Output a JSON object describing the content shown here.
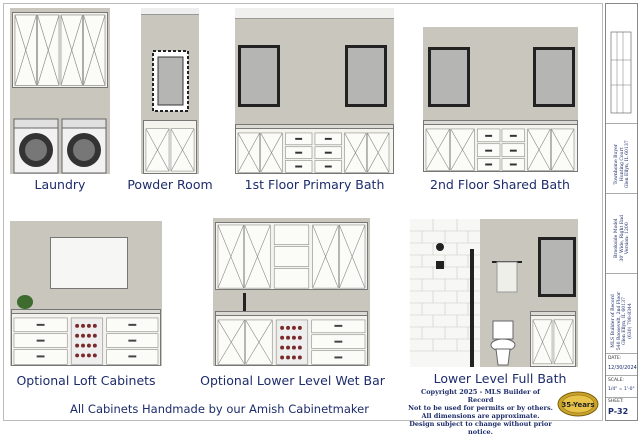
{
  "labels": {
    "laundry": "Laundry",
    "powder": "Powder Room",
    "first_floor": "1st Floor Primary Bath",
    "second_floor": "2nd Floor Shared Bath",
    "loft": "Optional Loft Cabinets",
    "wetbar": "Optional Lower Level Wet Bar",
    "lower_bath": "Lower Level Full Bath"
  },
  "footer": {
    "tagline": "All Cabinets Handmade by our Amish Cabinetmaker",
    "copyright_lines": [
      "Copyright 2025 - MLS Builder of Record",
      "Not to be used for permits or by others.",
      "All dimensions are approximate.",
      "Design subject to change without prior notice."
    ],
    "badge_text": "35-Years"
  },
  "title_block": {
    "project": "Townhome Buyer\nHunting Court\nGlen Ellyn, IL 60137",
    "model": "Brookside Model\n30' Wide, Right End\nVersion: 1200",
    "builder": "MLS Builder of Record\n540 Roosevelt, 2nd Floor\nGlen Ellyn, IL 60137\n(630) 790-8344",
    "date_label": "DATE:",
    "date_value": "12/30/2024",
    "scale_label": "SCALE:",
    "scale_value": "1/4\" = 1'-0\"",
    "sheet_label": "SHEET:",
    "sheet_value": "P-32"
  }
}
